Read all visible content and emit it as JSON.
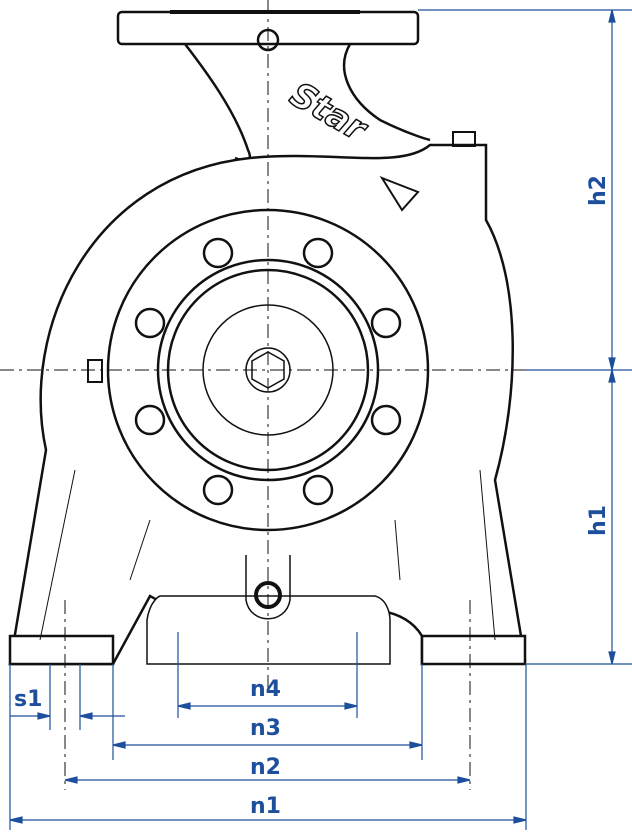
{
  "logo": "Star",
  "dimension_color": "#1d4f9c",
  "dimensions": {
    "h1": "h1",
    "h2": "h2",
    "n1": "n1",
    "n2": "n2",
    "n3": "n3",
    "n4": "n4",
    "s1": "s1"
  }
}
